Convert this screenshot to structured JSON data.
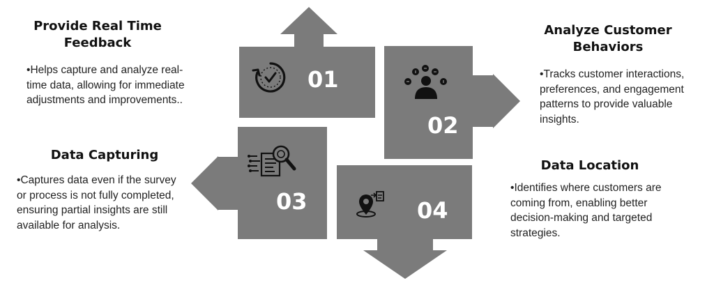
{
  "colors": {
    "block": "#7b7b7b",
    "icon": "#111111",
    "number": "#ffffff"
  },
  "steps": [
    {
      "number": "01",
      "title": "Provide Real Time Feedback",
      "bullet": "•",
      "description": "Helps capture and analyze real-time data, allowing for immediate adjustments and improvements..",
      "icon": "clock-check-icon",
      "arrow": "up"
    },
    {
      "number": "02",
      "title": "Analyze Customer Behaviors",
      "bullet": "•",
      "description": "Tracks customer interactions, preferences, and engagement patterns to provide valuable insights.",
      "icon": "customer-user-icon",
      "arrow": "right"
    },
    {
      "number": "03",
      "title": "Data Capturing",
      "bullet": "•",
      "description": "Captures data even if the survey or process is not fully completed, ensuring partial insights are still available for analysis.",
      "icon": "document-search-icon",
      "arrow": "left"
    },
    {
      "number": "04",
      "title": "Data Location",
      "bullet": "•",
      "description": "Identifies where customers are coming from, enabling better decision-making and targeted strategies.",
      "icon": "location-pin-icon",
      "arrow": "down"
    }
  ]
}
